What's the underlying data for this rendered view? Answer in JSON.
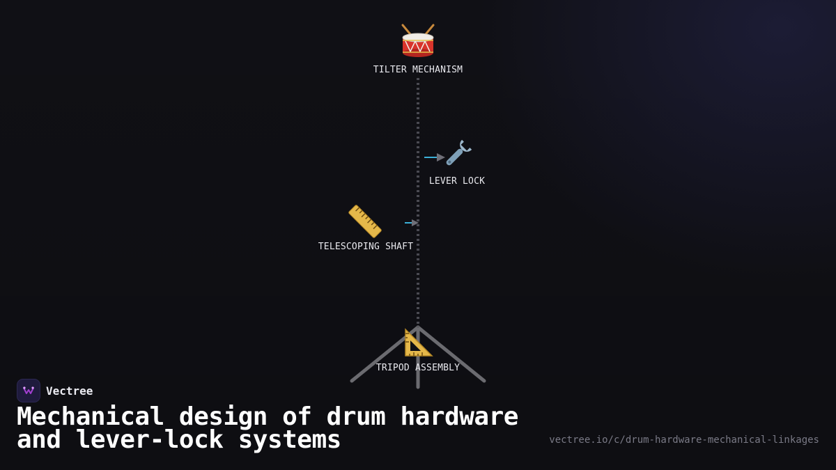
{
  "diagram": {
    "nodes": [
      {
        "id": "tilter",
        "label": "TILTER MECHANISM",
        "icon": "drum-icon"
      },
      {
        "id": "lever",
        "label": "LEVER LOCK",
        "icon": "wrench-icon"
      },
      {
        "id": "shaft",
        "label": "TELESCOPING SHAFT",
        "icon": "ruler-icon"
      },
      {
        "id": "tripod",
        "label": "TRIPOD ASSEMBLY",
        "icon": "triangle-ruler-icon"
      }
    ],
    "colors": {
      "spine": "#4a4a52",
      "arrow_line": "#3bb0d8",
      "arrow_head": "#6f6f78",
      "tripod_legs": "#6b6b70"
    }
  },
  "brand": {
    "name": "Vectree",
    "logo_icon": "vectree-logo-icon"
  },
  "headline": "Mechanical design of drum hardware and lever-lock systems",
  "url": "vectree.io/c/drum-hardware-mechanical-linkages"
}
